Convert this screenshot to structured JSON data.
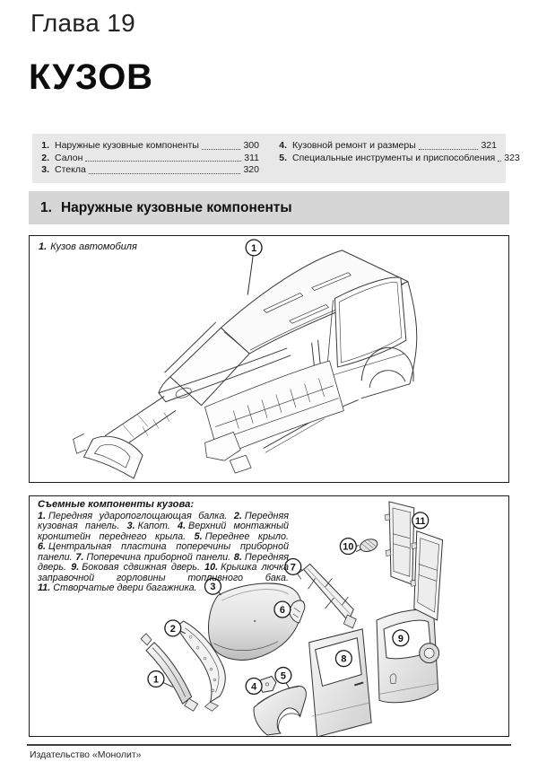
{
  "page": {
    "chapter": "Глава 19",
    "title": "КУЗОВ",
    "footer": "Издательство «Монолит»"
  },
  "toc": {
    "left": [
      {
        "num": "1.",
        "label": "Наружные кузовные компоненты",
        "page": "300"
      },
      {
        "num": "2.",
        "label": "Салон",
        "page": "311"
      },
      {
        "num": "3.",
        "label": "Стекла",
        "page": "320"
      }
    ],
    "right": [
      {
        "num": "4.",
        "label": "Кузовной ремонт и размеры",
        "page": "321"
      },
      {
        "num": "5.",
        "label": "Специальные инструменты и приспособления",
        "page": "323"
      }
    ]
  },
  "section": {
    "num": "1.",
    "label": "Наружные кузовные компоненты"
  },
  "figure1": {
    "caption_num": "1.",
    "caption_text": "Кузов автомобиля",
    "callout": "1"
  },
  "figure2": {
    "heading": "Съемные компоненты кузова:",
    "items": [
      {
        "num": "1.",
        "text": "Передняя ударопоглощающая балка."
      },
      {
        "num": "2.",
        "text": "Передняя кузовная панель."
      },
      {
        "num": "3.",
        "text": "Капот."
      },
      {
        "num": "4.",
        "text": "Верхний монтажный кронштейн переднего крыла."
      },
      {
        "num": "5.",
        "text": "Переднее крыло."
      },
      {
        "num": "6.",
        "text": "Центральная пластина поперечины приборной панели."
      },
      {
        "num": "7.",
        "text": "Поперечина приборной панели."
      },
      {
        "num": "8.",
        "text": "Передняя дверь."
      },
      {
        "num": "9.",
        "text": "Боковая сдвижная дверь."
      },
      {
        "num": "10.",
        "text": "Крышка лючка заправочной горловины топливного бака."
      },
      {
        "num": "11.",
        "text": "Створчатые двери багажника."
      }
    ],
    "callouts": [
      "1",
      "2",
      "3",
      "4",
      "5",
      "6",
      "7",
      "8",
      "9",
      "10",
      "11"
    ]
  }
}
